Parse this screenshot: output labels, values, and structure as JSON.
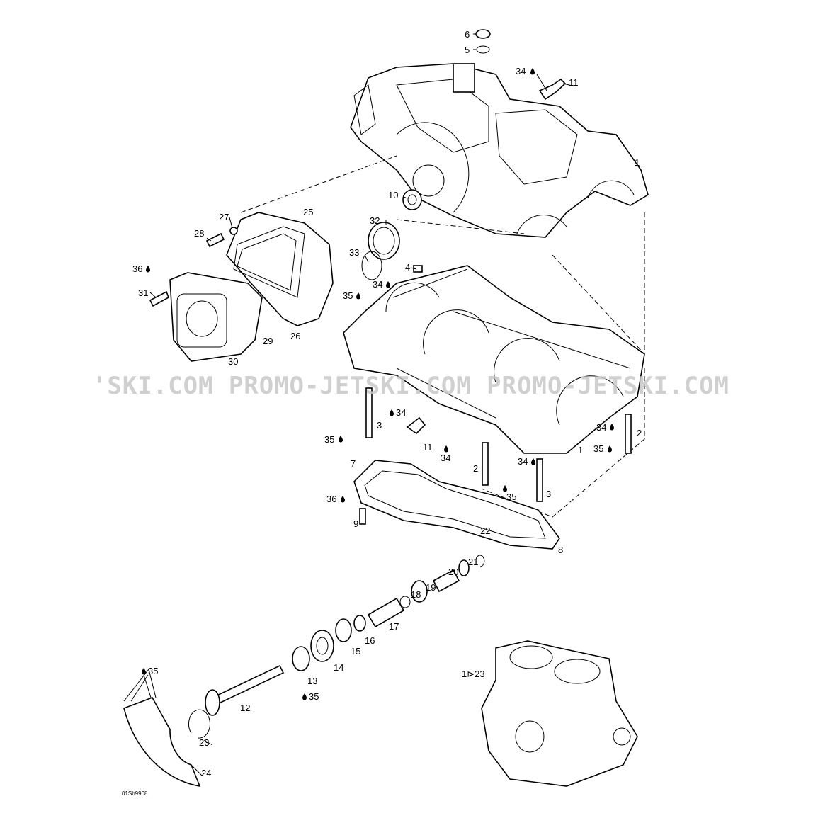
{
  "watermark": "'SKI.COM  PROMO-JETSKI.COM PROMO-JETSKI.COM",
  "diagram_code": "01Sb9908",
  "callouts": [
    "6",
    "5",
    "34",
    "11",
    "1",
    "10",
    "27",
    "25",
    "28",
    "32",
    "33",
    "36",
    "4",
    "34",
    "35",
    "31",
    "29",
    "26",
    "30",
    "34",
    "3",
    "35",
    "11",
    "34",
    "34",
    "2",
    "1",
    "35",
    "7",
    "2",
    "34",
    "35",
    "3",
    "36",
    "9",
    "8",
    "22",
    "21",
    "20",
    "19",
    "18",
    "17",
    "16",
    "15",
    "14",
    "13",
    "35",
    "35",
    "12",
    "23",
    "24",
    "1⊳23"
  ]
}
